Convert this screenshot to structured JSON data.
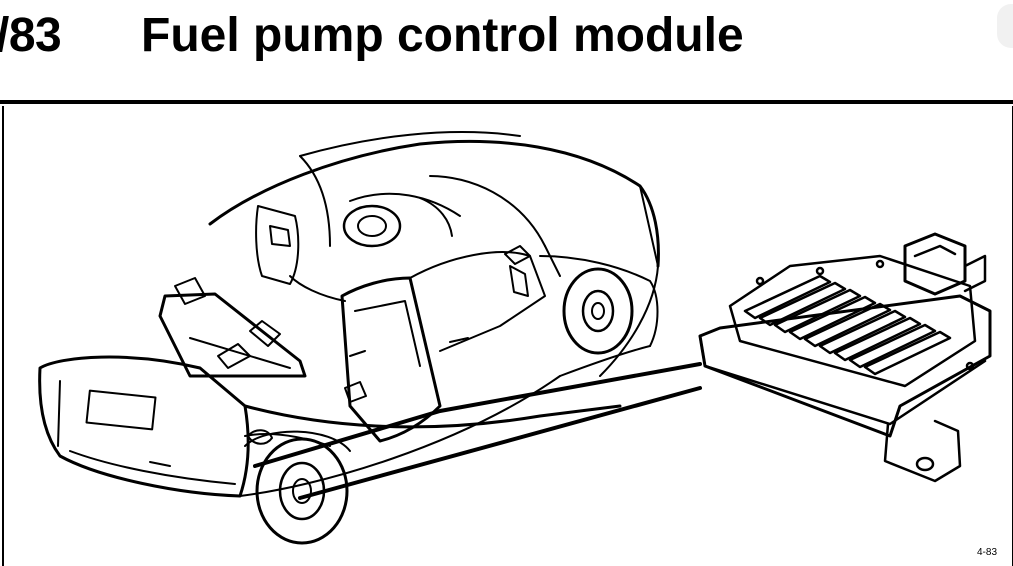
{
  "header": {
    "code": "/83",
    "title": "Fuel pump control module"
  },
  "illustration": {
    "subject": "car-with-fuel-pump-control-module",
    "figure_ref": "4-83"
  }
}
